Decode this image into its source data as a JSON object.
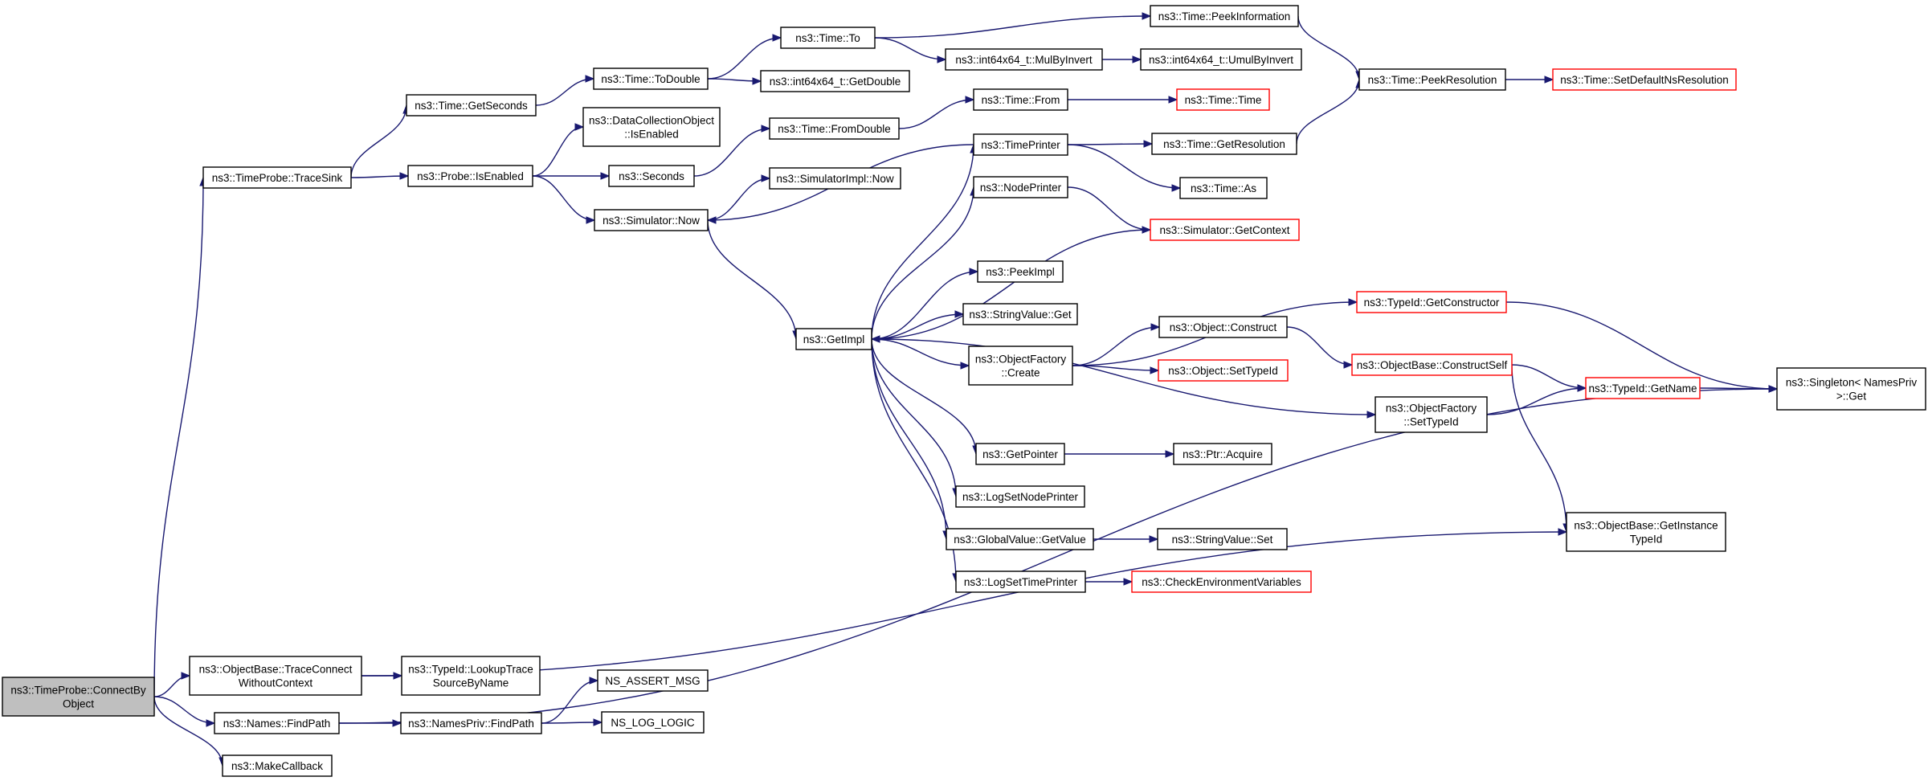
{
  "graph": {
    "nodes": [
      {
        "id": "connect",
        "lines": [
          "ns3::TimeProbe::ConnectBy",
          "Object"
        ],
        "style": "root"
      },
      {
        "id": "tracesink",
        "lines": [
          "ns3::TimeProbe::TraceSink"
        ],
        "style": "normal"
      },
      {
        "id": "getseconds",
        "lines": [
          "ns3::Time::GetSeconds"
        ],
        "style": "normal"
      },
      {
        "id": "todouble",
        "lines": [
          "ns3::Time::ToDouble"
        ],
        "style": "normal"
      },
      {
        "id": "timeto",
        "lines": [
          "ns3::Time::To"
        ],
        "style": "normal"
      },
      {
        "id": "int_getdouble",
        "lines": [
          "ns3::int64x64_t::GetDouble"
        ],
        "style": "normal"
      },
      {
        "id": "mulbyinvert",
        "lines": [
          "ns3::int64x64_t::MulByInvert"
        ],
        "style": "normal"
      },
      {
        "id": "umulbyinvert",
        "lines": [
          "ns3::int64x64_t::UmulByInvert"
        ],
        "style": "normal"
      },
      {
        "id": "peekinfo",
        "lines": [
          "ns3::Time::PeekInformation"
        ],
        "style": "normal"
      },
      {
        "id": "peekres",
        "lines": [
          "ns3::Time::PeekResolution"
        ],
        "style": "normal"
      },
      {
        "id": "setdefaultres",
        "lines": [
          "ns3::Time::SetDefaultNsResolution"
        ],
        "style": "red"
      },
      {
        "id": "probe_isenabled",
        "lines": [
          "ns3::Probe::IsEnabled"
        ],
        "style": "normal"
      },
      {
        "id": "dco_isenabled",
        "lines": [
          "ns3::DataCollectionObject",
          "::IsEnabled"
        ],
        "style": "normal"
      },
      {
        "id": "seconds",
        "lines": [
          "ns3::Seconds"
        ],
        "style": "normal"
      },
      {
        "id": "fromdouble",
        "lines": [
          "ns3::Time::FromDouble"
        ],
        "style": "normal"
      },
      {
        "id": "timefrom",
        "lines": [
          "ns3::Time::From"
        ],
        "style": "normal"
      },
      {
        "id": "timetime",
        "lines": [
          "ns3::Time::Time"
        ],
        "style": "red"
      },
      {
        "id": "simnow",
        "lines": [
          "ns3::Simulator::Now"
        ],
        "style": "normal"
      },
      {
        "id": "simimplnow",
        "lines": [
          "ns3::SimulatorImpl::Now"
        ],
        "style": "normal"
      },
      {
        "id": "timeprinter",
        "lines": [
          "ns3::TimePrinter"
        ],
        "style": "normal"
      },
      {
        "id": "getres",
        "lines": [
          "ns3::Time::GetResolution"
        ],
        "style": "normal"
      },
      {
        "id": "timeas",
        "lines": [
          "ns3::Time::As"
        ],
        "style": "normal"
      },
      {
        "id": "nodeprinter",
        "lines": [
          "ns3::NodePrinter"
        ],
        "style": "normal"
      },
      {
        "id": "getcontext",
        "lines": [
          "ns3::Simulator::GetContext"
        ],
        "style": "red"
      },
      {
        "id": "peekimpl",
        "lines": [
          "ns3::PeekImpl"
        ],
        "style": "normal"
      },
      {
        "id": "stringget",
        "lines": [
          "ns3::StringValue::Get"
        ],
        "style": "normal"
      },
      {
        "id": "getimpl",
        "lines": [
          "ns3::GetImpl"
        ],
        "style": "normal"
      },
      {
        "id": "ofcreate",
        "lines": [
          "ns3::ObjectFactory",
          "::Create"
        ],
        "style": "normal"
      },
      {
        "id": "getconstructor",
        "lines": [
          "ns3::TypeId::GetConstructor"
        ],
        "style": "red"
      },
      {
        "id": "objconstruct",
        "lines": [
          "ns3::Object::Construct"
        ],
        "style": "normal"
      },
      {
        "id": "objsettypeid",
        "lines": [
          "ns3::Object::SetTypeId"
        ],
        "style": "red"
      },
      {
        "id": "constructself",
        "lines": [
          "ns3::ObjectBase::ConstructSelf"
        ],
        "style": "red"
      },
      {
        "id": "typeidgetname",
        "lines": [
          "ns3::TypeId::GetName"
        ],
        "style": "red"
      },
      {
        "id": "singleton",
        "lines": [
          "ns3::Singleton< NamesPriv",
          ">::Get"
        ],
        "style": "normal"
      },
      {
        "id": "ofsettypeid",
        "lines": [
          "ns3::ObjectFactory",
          "::SetTypeId"
        ],
        "style": "normal"
      },
      {
        "id": "getpointer",
        "lines": [
          "ns3::GetPointer"
        ],
        "style": "normal"
      },
      {
        "id": "ptracquire",
        "lines": [
          "ns3::Ptr::Acquire"
        ],
        "style": "normal"
      },
      {
        "id": "logsetnode",
        "lines": [
          "ns3::LogSetNodePrinter"
        ],
        "style": "normal"
      },
      {
        "id": "gvgetvalue",
        "lines": [
          "ns3::GlobalValue::GetValue"
        ],
        "style": "normal"
      },
      {
        "id": "stringset",
        "lines": [
          "ns3::StringValue::Set"
        ],
        "style": "normal"
      },
      {
        "id": "logsettime",
        "lines": [
          "ns3::LogSetTimePrinter"
        ],
        "style": "normal"
      },
      {
        "id": "checkenv",
        "lines": [
          "ns3::CheckEnvironmentVariables"
        ],
        "style": "red"
      },
      {
        "id": "getinstancetypeid",
        "lines": [
          "ns3::ObjectBase::GetInstance",
          "TypeId"
        ],
        "style": "normal"
      },
      {
        "id": "traceconnect",
        "lines": [
          "ns3::ObjectBase::TraceConnect",
          "WithoutContext"
        ],
        "style": "normal"
      },
      {
        "id": "lookuptrace",
        "lines": [
          "ns3::TypeId::LookupTrace",
          "SourceByName"
        ],
        "style": "normal"
      },
      {
        "id": "namesfind",
        "lines": [
          "ns3::Names::FindPath"
        ],
        "style": "normal"
      },
      {
        "id": "namesprivfind",
        "lines": [
          "ns3::NamesPriv::FindPath"
        ],
        "style": "normal"
      },
      {
        "id": "assertmsg",
        "lines": [
          "NS_ASSERT_MSG"
        ],
        "style": "normal"
      },
      {
        "id": "loglogic",
        "lines": [
          "NS_LOG_LOGIC"
        ],
        "style": "normal"
      },
      {
        "id": "makecallback",
        "lines": [
          "ns3::MakeCallback"
        ],
        "style": "normal"
      }
    ],
    "edges": [
      [
        "connect",
        "tracesink"
      ],
      [
        "connect",
        "traceconnect"
      ],
      [
        "connect",
        "namesfind"
      ],
      [
        "connect",
        "makecallback"
      ],
      [
        "tracesink",
        "getseconds"
      ],
      [
        "tracesink",
        "probe_isenabled"
      ],
      [
        "getseconds",
        "todouble"
      ],
      [
        "todouble",
        "timeto"
      ],
      [
        "todouble",
        "int_getdouble"
      ],
      [
        "timeto",
        "peekinfo"
      ],
      [
        "timeto",
        "mulbyinvert"
      ],
      [
        "mulbyinvert",
        "umulbyinvert"
      ],
      [
        "peekinfo",
        "peekres"
      ],
      [
        "peekres",
        "setdefaultres"
      ],
      [
        "probe_isenabled",
        "dco_isenabled"
      ],
      [
        "probe_isenabled",
        "seconds"
      ],
      [
        "probe_isenabled",
        "simnow"
      ],
      [
        "seconds",
        "fromdouble"
      ],
      [
        "fromdouble",
        "timefrom"
      ],
      [
        "timefrom",
        "timetime"
      ],
      [
        "simnow",
        "simimplnow"
      ],
      [
        "simnow",
        "getimpl"
      ],
      [
        "getimpl",
        "timeprinter"
      ],
      [
        "getimpl",
        "nodeprinter"
      ],
      [
        "getimpl",
        "peekimpl"
      ],
      [
        "getimpl",
        "stringget"
      ],
      [
        "getimpl",
        "ofcreate"
      ],
      [
        "getimpl",
        "ofsettypeid"
      ],
      [
        "getimpl",
        "getpointer"
      ],
      [
        "getimpl",
        "logsetnode"
      ],
      [
        "getimpl",
        "gvgetvalue"
      ],
      [
        "getimpl",
        "logsettime"
      ],
      [
        "timeprinter",
        "simnow"
      ],
      [
        "timeprinter",
        "getres"
      ],
      [
        "timeprinter",
        "timeas"
      ],
      [
        "getres",
        "peekres"
      ],
      [
        "nodeprinter",
        "getcontext"
      ],
      [
        "getcontext",
        "getimpl"
      ],
      [
        "ofcreate",
        "getconstructor"
      ],
      [
        "ofcreate",
        "objconstruct"
      ],
      [
        "ofcreate",
        "objsettypeid"
      ],
      [
        "getconstructor",
        "singleton"
      ],
      [
        "objconstruct",
        "constructself"
      ],
      [
        "constructself",
        "typeidgetname"
      ],
      [
        "constructself",
        "getinstancetypeid"
      ],
      [
        "ofsettypeid",
        "typeidgetname"
      ],
      [
        "typeidgetname",
        "singleton"
      ],
      [
        "getpointer",
        "ptracquire"
      ],
      [
        "gvgetvalue",
        "stringset"
      ],
      [
        "logsettime",
        "checkenv"
      ],
      [
        "traceconnect",
        "lookuptrace"
      ],
      [
        "traceconnect",
        "getinstancetypeid"
      ],
      [
        "namesfind",
        "namesprivfind"
      ],
      [
        "namesfind",
        "singleton"
      ],
      [
        "namesprivfind",
        "assertmsg"
      ],
      [
        "namesprivfind",
        "loglogic"
      ]
    ]
  }
}
